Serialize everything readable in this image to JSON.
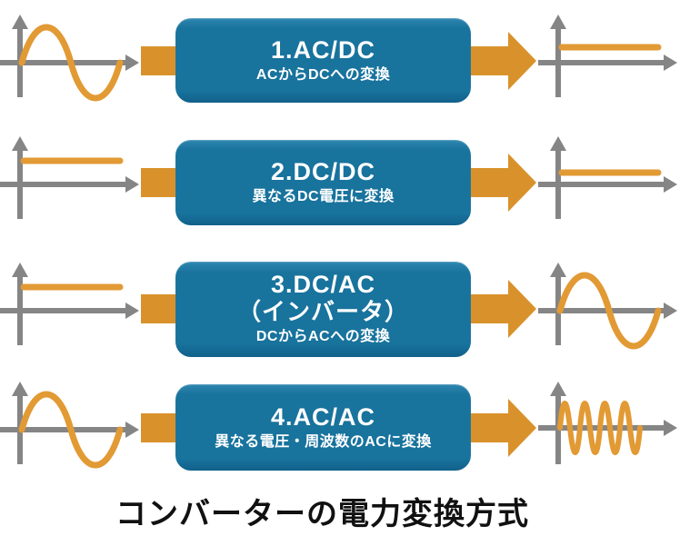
{
  "diagram_title": "コンバーターの電力変換方式",
  "colors": {
    "box_blue": "#18739D",
    "arrow_orange": "#D9922B",
    "wave_orange": "#E29A34",
    "axis_gray": "#858585",
    "title_text": "#111111",
    "box_text": "#FFFFFF"
  },
  "rows": [
    {
      "number_title": "1.AC/DC",
      "subtitle": "ACからDCへの変換",
      "input_signal": "AC sine wave",
      "output_signal": "DC flat line"
    },
    {
      "number_title": "2.DC/DC",
      "subtitle": "異なるDC電圧に変換",
      "input_signal": "DC flat line (higher voltage)",
      "output_signal": "DC flat line (lower voltage)"
    },
    {
      "number_title": "3.DC/AC",
      "title_line2": "（インバータ）",
      "subtitle": "DCからACへの変換",
      "input_signal": "DC flat line",
      "output_signal": "AC sine wave"
    },
    {
      "number_title": "4.AC/AC",
      "subtitle": "異なる電圧・周波数のACに変換",
      "input_signal": "AC sine wave",
      "output_signal": "AC sine wave (higher frequency, lower voltage)"
    }
  ]
}
